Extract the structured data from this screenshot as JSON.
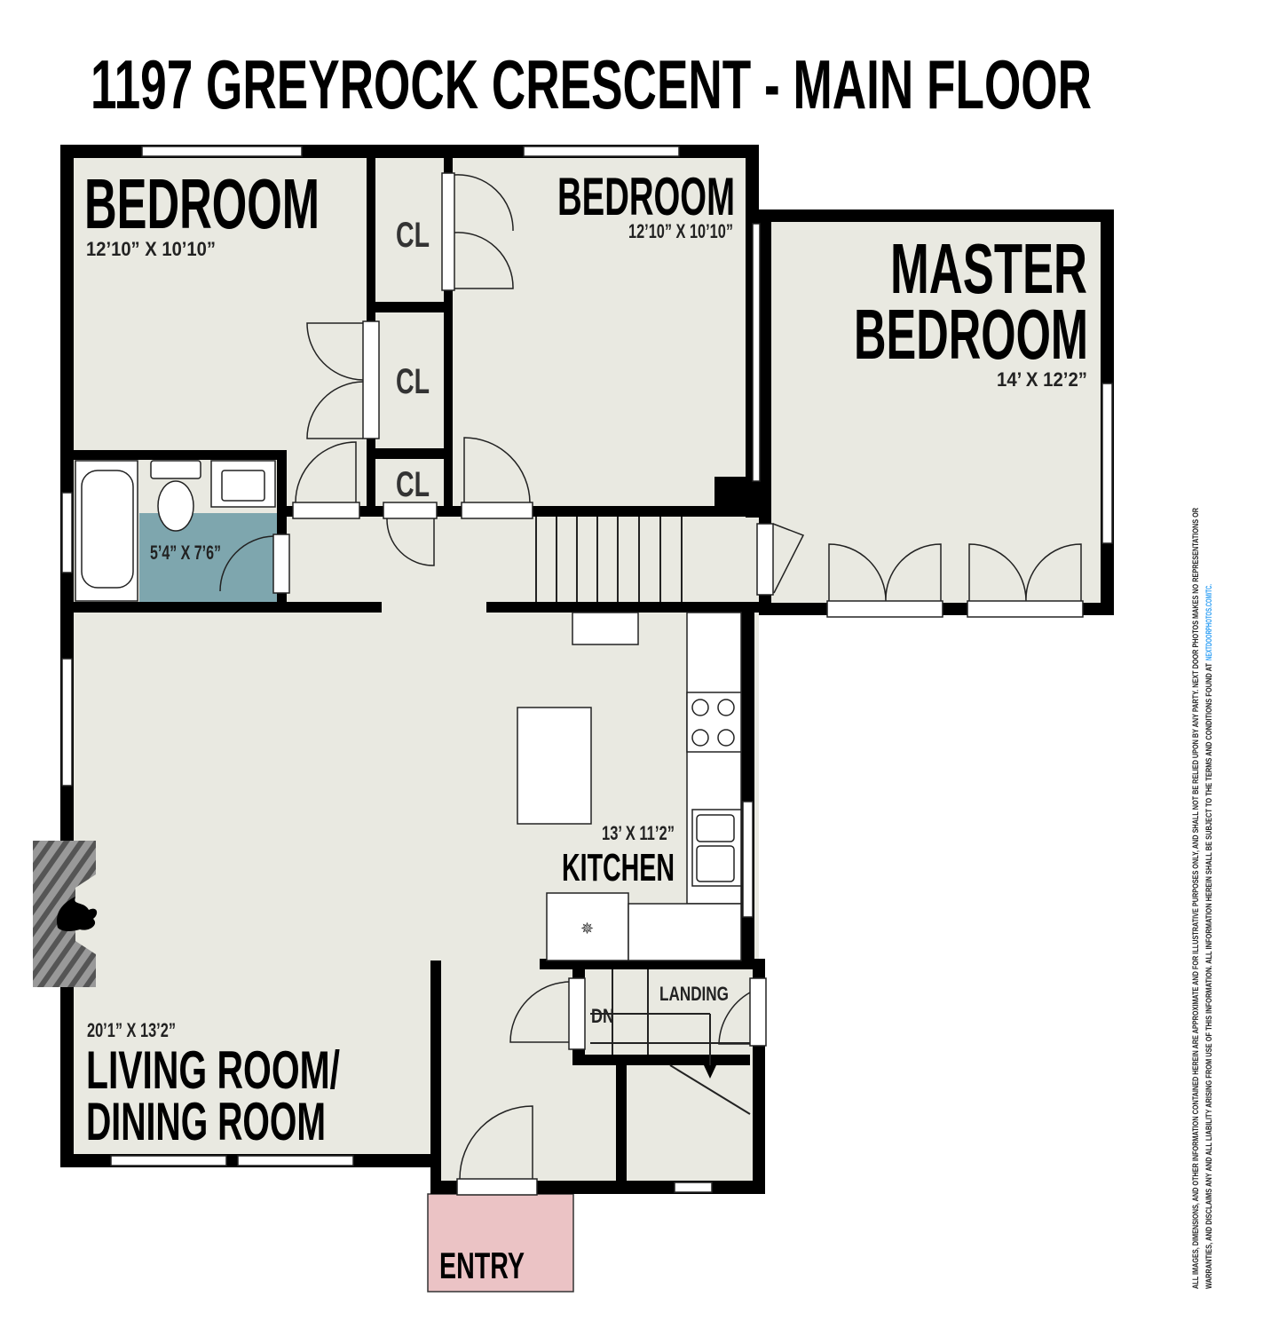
{
  "title": "1197 GREYROCK CRESCENT - MAIN FLOOR",
  "rooms": {
    "bedroom1": {
      "label": "BEDROOM",
      "dimensions": "12’10” X 10’10”"
    },
    "bedroom2": {
      "label": "BEDROOM",
      "dimensions": "12’10” X 10’10”"
    },
    "master": {
      "label_line1": "MASTER",
      "label_line2": "BEDROOM",
      "dimensions": "14’ X 12’2”"
    },
    "bathroom": {
      "dimensions": "5’4” X 7’6”"
    },
    "kitchen": {
      "label": "KITCHEN",
      "dimensions": "13’ X 11’2”"
    },
    "living": {
      "label_line1": "LIVING ROOM/",
      "label_line2": "DINING ROOM",
      "dimensions": "20’1” X 13’2”"
    },
    "closets": [
      "CL",
      "CL",
      "CL"
    ],
    "landing": "LANDING",
    "down": "DN",
    "entry": "ENTRY"
  },
  "disclaimer": {
    "line1": "ALL IMAGES, DIMENSIONS, AND OTHER INFORMATION CONTAINED HEREIN ARE APPROXIMATE AND FOR ILLUSTRATIVE PURPOSES ONLY, AND SHALL NOT BE RELIED UPON BY ANY PARTY. NEXT DOOR PHOTOS MAKES NO REPRESENTATIONS OR",
    "line2": "WARRANTIES, AND DISCLAIMS ANY AND ALL LIABILITY ARISING FROM USE OF THIS INFORMATION. ALL INFORMATION HEREIN SHALL BE SUBJECT TO THE TERMS AND CONDITIONS FOUND AT",
    "link": "NEXTDOORPHOTOS.COM/TC."
  },
  "colors": {
    "floor": "#e9e9e1",
    "bathroom": "#7ea6ae",
    "entry": "#ebc3c5",
    "link": "#2a9df4"
  }
}
